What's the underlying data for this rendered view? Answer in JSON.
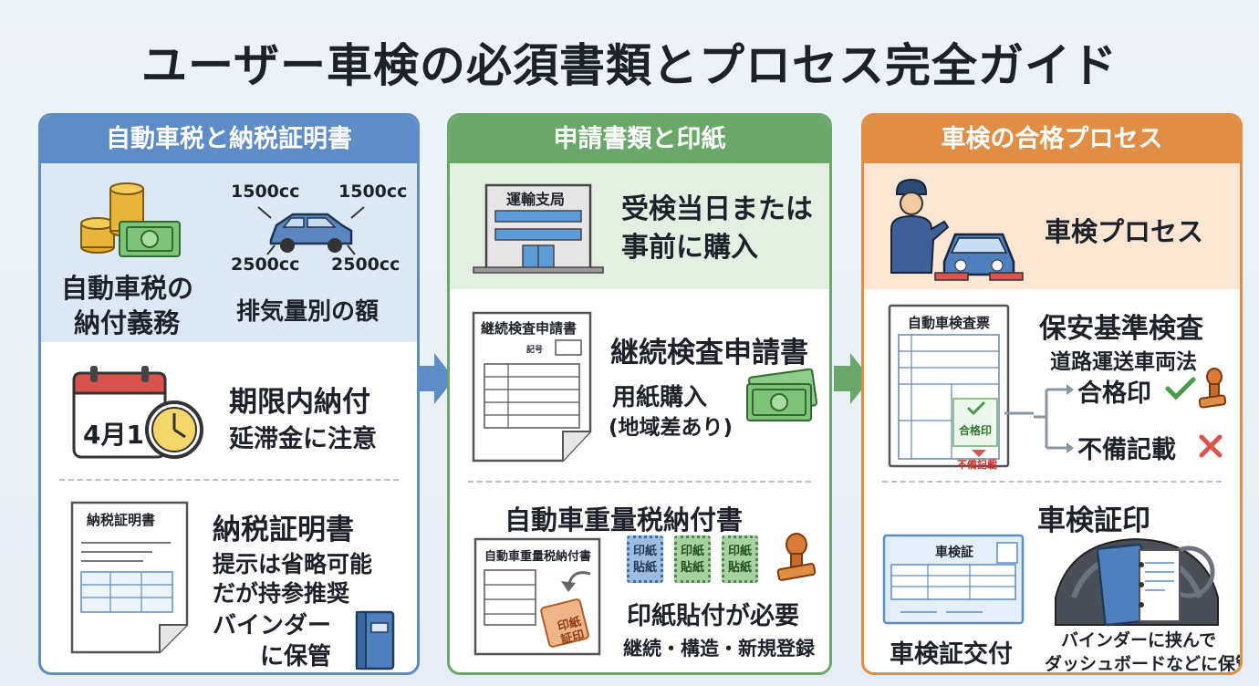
{
  "title": "ユーザー車検の必須書類とプロセス完全ガイド",
  "colors": {
    "blue": "#5d8cc6",
    "green": "#6aa86a",
    "orange": "#e08e45"
  },
  "panel1": {
    "header": "自動車税と納税証明書",
    "tax_duty_line1": "自動車税の",
    "tax_duty_line2": "納付義務",
    "cc_tl": "1500cc",
    "cc_tr": "1500cc",
    "cc_bl": "2500cc",
    "cc_br": "2500cc",
    "by_displacement": "排気量別の額",
    "calendar_date": "4月1",
    "deadline_title": "期限内納付",
    "deadline_note": "延滞金に注意",
    "doc_label": "納税証明書",
    "cert_title": "納税証明書",
    "cert_note1": "提示は省略可能",
    "cert_note2": "だが持参推奨",
    "binder_line1": "バインダー",
    "binder_line2": "に保管"
  },
  "panel2": {
    "header": "申請書類と印紙",
    "building_sign": "運輸支局",
    "purchase_line1": "受検当日または",
    "purchase_line2": "事前に購入",
    "form_doc_label": "継続検査申請書",
    "form_doc_field": "記号",
    "form_title": "継続検査申請書",
    "paper_buy": "用紙購入",
    "paper_note": "(地域差あり)",
    "weight_title": "自動車重量税納付書",
    "weight_doc_label": "自動車重量税納付書",
    "stamp_text1": "印紙",
    "stamp_text2": "貼紙",
    "stamp_badge1": "印紙",
    "stamp_badge2": "証印",
    "stamp_required": "印紙貼付が必要",
    "stamp_types": "継続・構造・新規登録"
  },
  "panel3": {
    "header": "車検の合格プロセス",
    "process_label": "車検プロセス",
    "sheet_label": "自動車検査票",
    "pass_mark": "合格印",
    "defect_mark": "不備記載",
    "safety_title": "保安基準検査",
    "safety_law": "道路運送車両法",
    "result_pass": "合格印",
    "result_defect": "不備記載",
    "seal_title": "車検証印",
    "cert_card_label": "車検証",
    "cert_issue": "車検証交付",
    "keep_line1": "バインダーに挟んで",
    "keep_line2": "ダッシュボードなどに保管"
  }
}
